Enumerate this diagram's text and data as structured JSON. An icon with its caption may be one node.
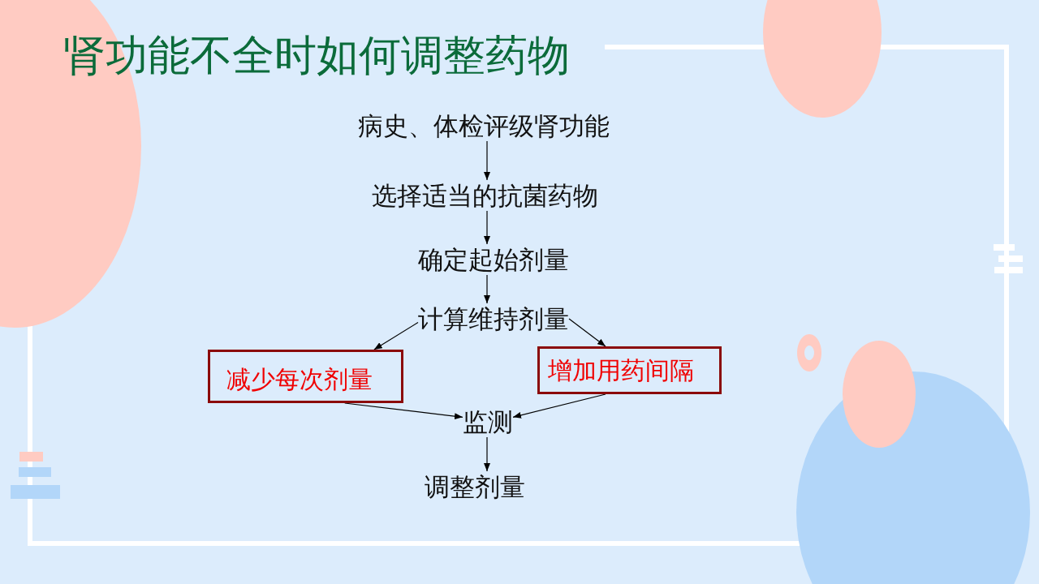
{
  "diagram": {
    "title": "肾功能不全时如何调整药物",
    "nodes": [
      {
        "text": [
          "病史、体检评级肾功能"
        ]
      },
      {
        "text": [
          "选择适当的抗菌药物"
        ]
      },
      {
        "text": [
          "确定起始剂量"
        ]
      },
      {
        "text": [
          "计算维持剂量"
        ]
      },
      {
        "text": [
          "减少每次剂量"
        ]
      },
      {
        "text": [
          "增加用药间隔"
        ]
      },
      {
        "text": [
          "监测"
        ]
      },
      {
        "text": [
          "调整剂量"
        ]
      }
    ],
    "edges": [
      {
        "from": 0,
        "to": 1,
        "arrow": "to"
      },
      {
        "from": 1,
        "to": 2,
        "arrow": "to"
      },
      {
        "from": 2,
        "to": 3,
        "arrow": "to"
      },
      {
        "from": 3,
        "to": 4,
        "arrow": "to"
      },
      {
        "from": 3,
        "to": 5,
        "arrow": "to"
      },
      {
        "from": 4,
        "to": 6,
        "arrow": "to"
      },
      {
        "from": 5,
        "to": 6,
        "arrow": "to"
      },
      {
        "from": 6,
        "to": 7,
        "arrow": "to"
      }
    ]
  }
}
